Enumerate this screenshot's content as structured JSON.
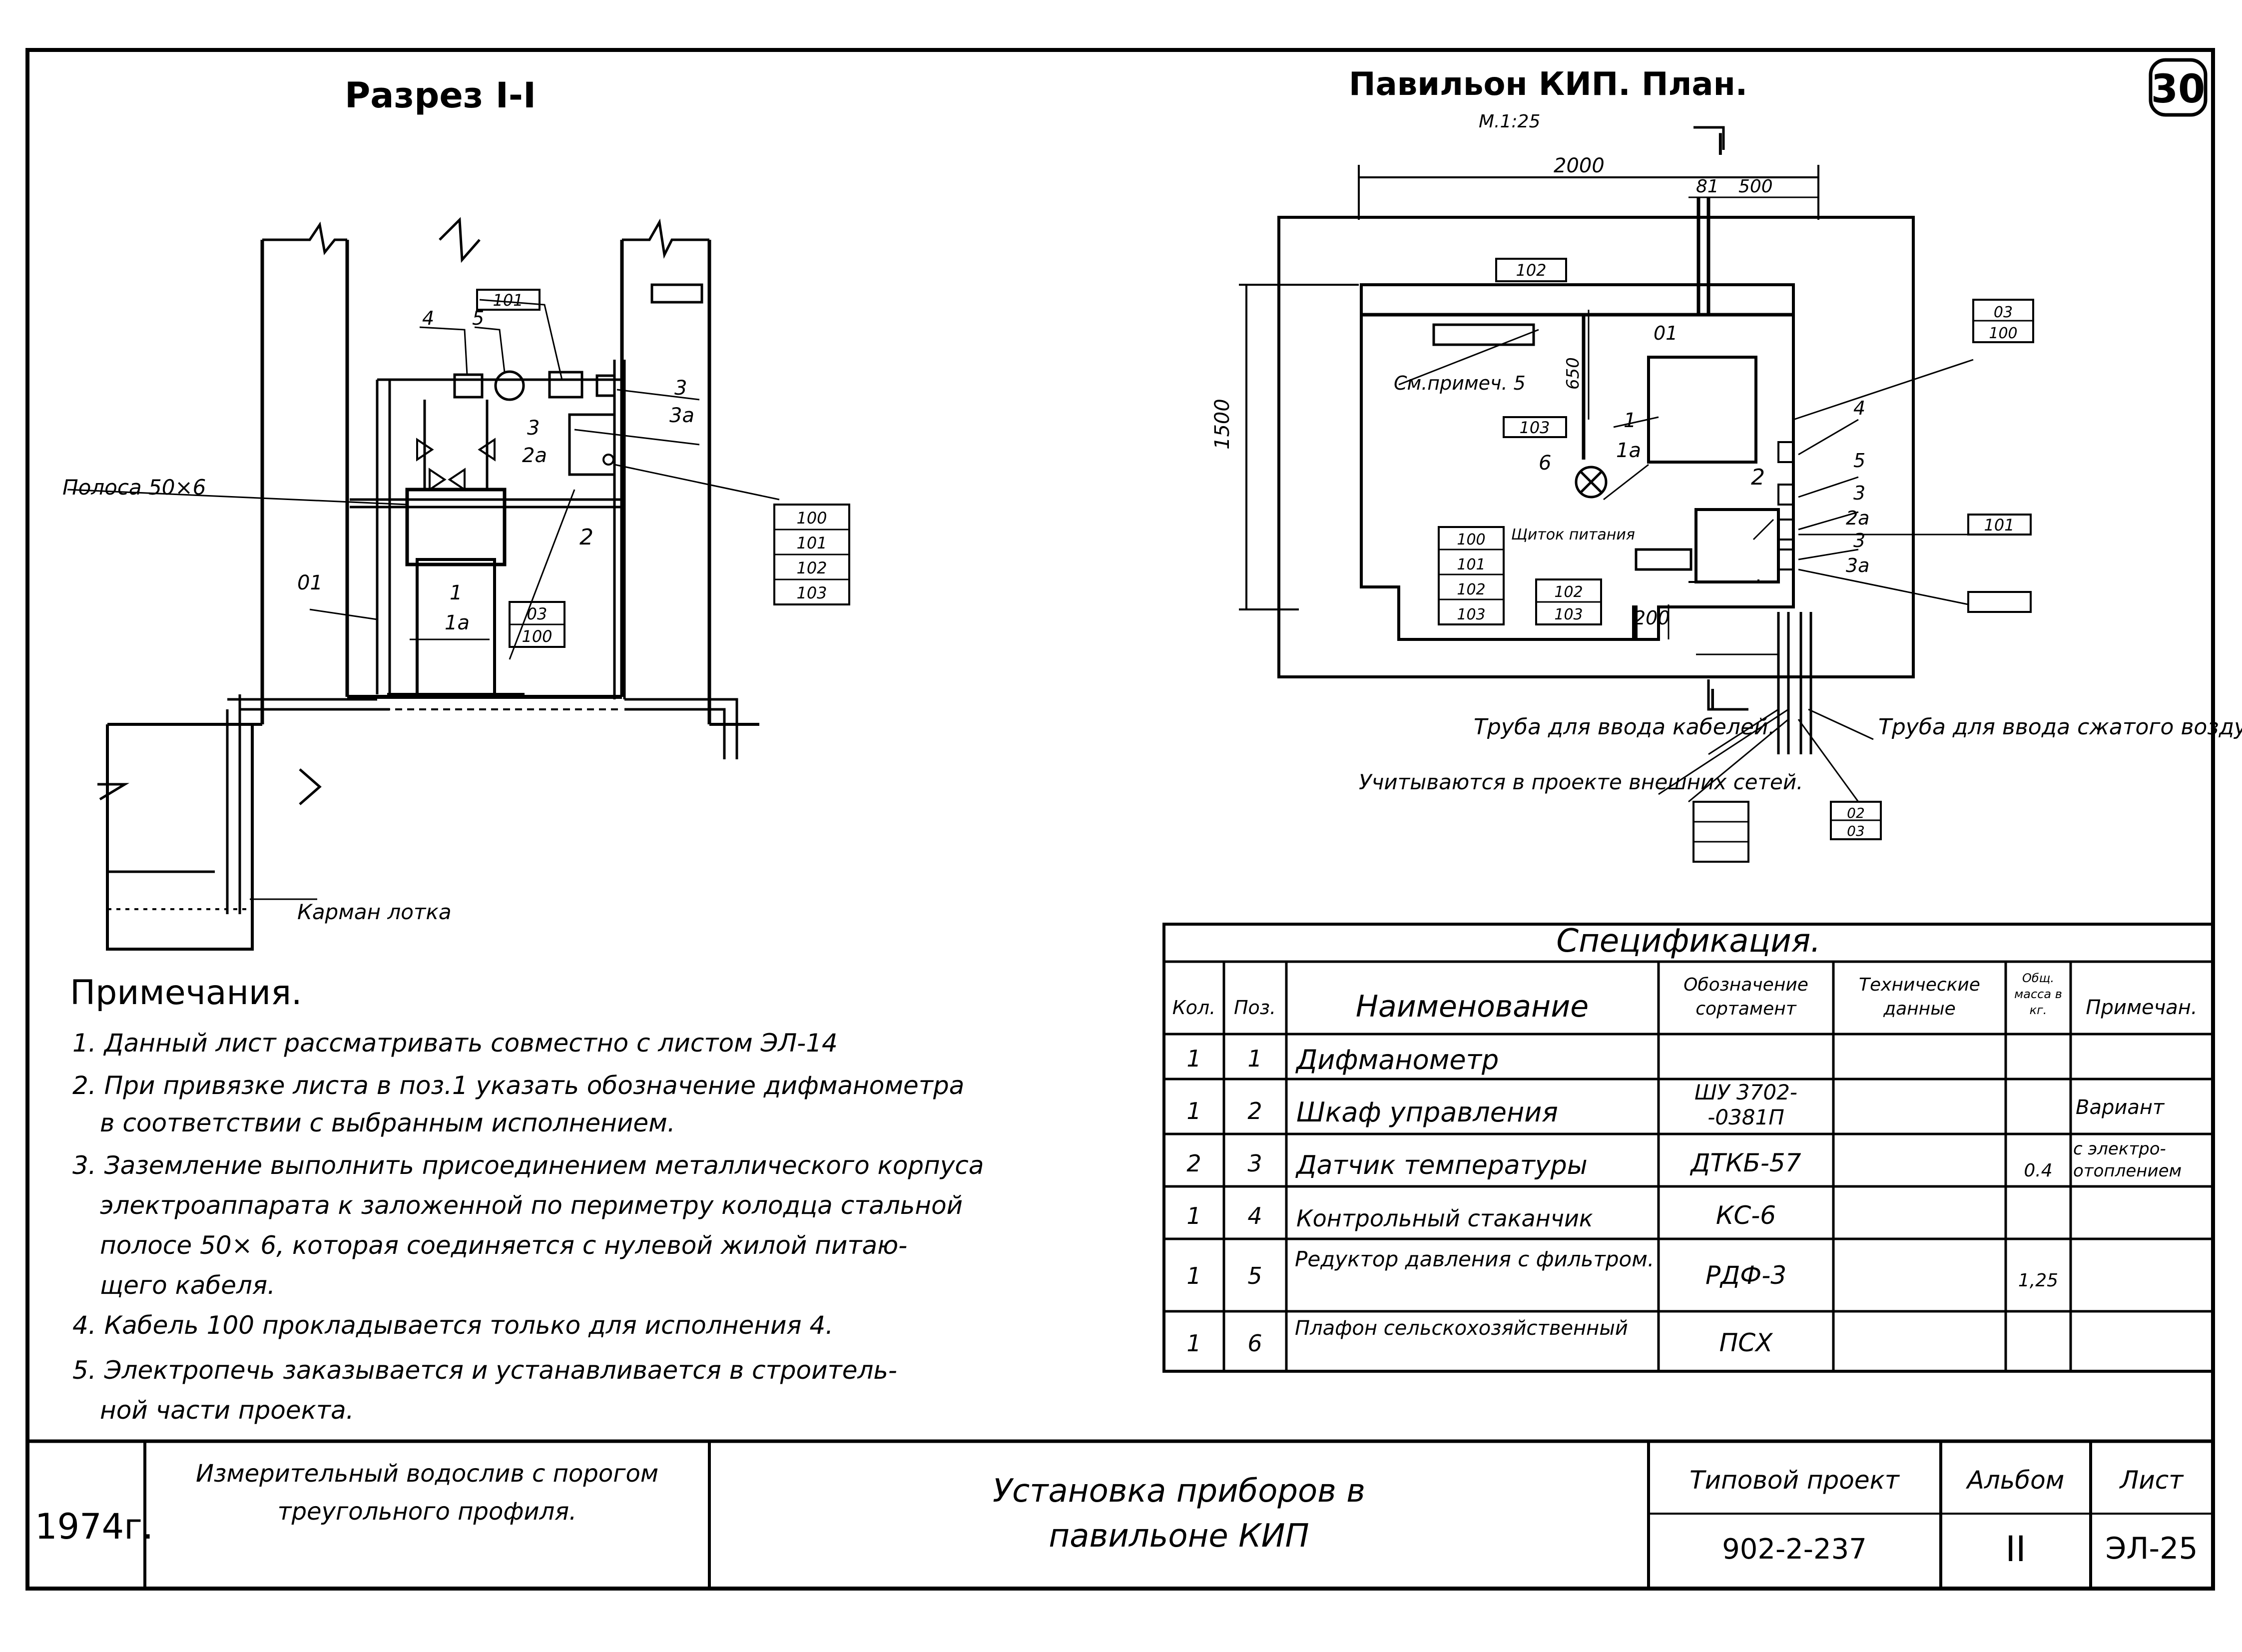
{
  "sheet_number": "30",
  "section": {
    "title": "Разрез I-I",
    "labels": {
      "pos_101": "101",
      "pos_4": "4",
      "pos_5": "5",
      "pos_3": "3",
      "pos_3a": "3а",
      "pos_3_2a": "3",
      "pos_2a": "2а",
      "pos_2": "2",
      "pos_1": "1",
      "pos_1a": "1а",
      "pos_01": "01",
      "strip": "Полоса 50×6",
      "pocket": "Карман лотка",
      "tag_a": [
        "100",
        "101",
        "102",
        "103"
      ],
      "tag_b": [
        "03",
        "100"
      ]
    }
  },
  "plan": {
    "title": "Павильон КИП. План.",
    "scale": "М.1:25",
    "cut_mark_top": "I",
    "cut_mark_bottom": "I",
    "dim_2000": "2000",
    "dim_81": "81",
    "dim_500": "500",
    "dim_1500": "1500",
    "dim_650": "650",
    "dim_200": "200",
    "labels": {
      "tag_102": "102",
      "see_note": "См.примеч. 5",
      "pos_01": "01",
      "tag_103": "103",
      "pos_1": "1",
      "pos_1a": "1а",
      "pos_6": "6",
      "pos_2": "2",
      "panel": "Щиток питания",
      "tag_list": [
        "100",
        "101",
        "102",
        "103"
      ],
      "tag_102_103": [
        "102",
        "103"
      ],
      "tag_03_100": [
        "03",
        "100"
      ],
      "pos_4": "4",
      "pos_5": "5",
      "pos_3": "3",
      "pos_2a": "2а",
      "pos_3b": "3",
      "pos_3a": "3а",
      "tag_101": "101",
      "tag_02_03": [
        "02",
        "03"
      ],
      "pipe_cable": "Труба для ввода кабелей.",
      "pipe_air": "Труба для ввода сжатого воздуха",
      "external_nets": "Учитываются в проекте внешних сетей."
    }
  },
  "notes": {
    "title": "Примечания.",
    "items": [
      "1. Данный лист рассматривать совместно с листом ЭЛ-14",
      "2. При привязке листа в поз.1 указать обозначение дифманометра",
      "в соответствии с выбранным исполнением.",
      "3. Заземление выполнить присоединением металлического корпуса",
      "электроаппарата к заложенной по периметру колодца стальной",
      "полосе 50× 6, которая соединяется с нулевой жилой питаю-",
      "щего кабеля.",
      "4. Кабель 100 прокладывается только для исполнения 4.",
      "5. Электропечь заказывается и устанавливается в строитель-",
      "ной части проекта."
    ]
  },
  "spec": {
    "title": "Спецификация.",
    "headers": [
      "Кол.",
      "Поз.",
      "Наименование",
      "Обозначение сортамент",
      "Технические данные",
      "Общ. масса в кг.",
      "Примечан."
    ],
    "rows": [
      [
        "1",
        "1",
        "Дифманометр",
        "",
        "",
        "",
        ""
      ],
      [
        "1",
        "2",
        "Шкаф управления",
        "ШУ 3702- -0381П",
        "",
        "",
        "Вариант"
      ],
      [
        "2",
        "3",
        "Датчик температуры",
        "ДТКБ-57",
        "",
        "0.4",
        "с электро-отоплением"
      ],
      [
        "1",
        "4",
        "Контрольный стаканчик",
        "КС-6",
        "",
        "",
        ""
      ],
      [
        "1",
        "5",
        "Редуктор давления с фильтром.",
        "РДФ-3",
        "",
        "1,25",
        ""
      ],
      [
        "1",
        "6",
        "Плафон сельскохозяйственный",
        "ПСХ",
        "",
        "",
        ""
      ]
    ]
  },
  "title_block": {
    "year": "1974г.",
    "object": "Измерительный водослив с порогом треугольного профиля.",
    "sheet_title": "Установка приборов в павильоне КИП",
    "project_label": "Типовой проект",
    "project_number": "902-2-237",
    "album_label": "Альбом",
    "album": "II",
    "sheet_label": "Лист",
    "sheet": "ЭЛ-25"
  }
}
